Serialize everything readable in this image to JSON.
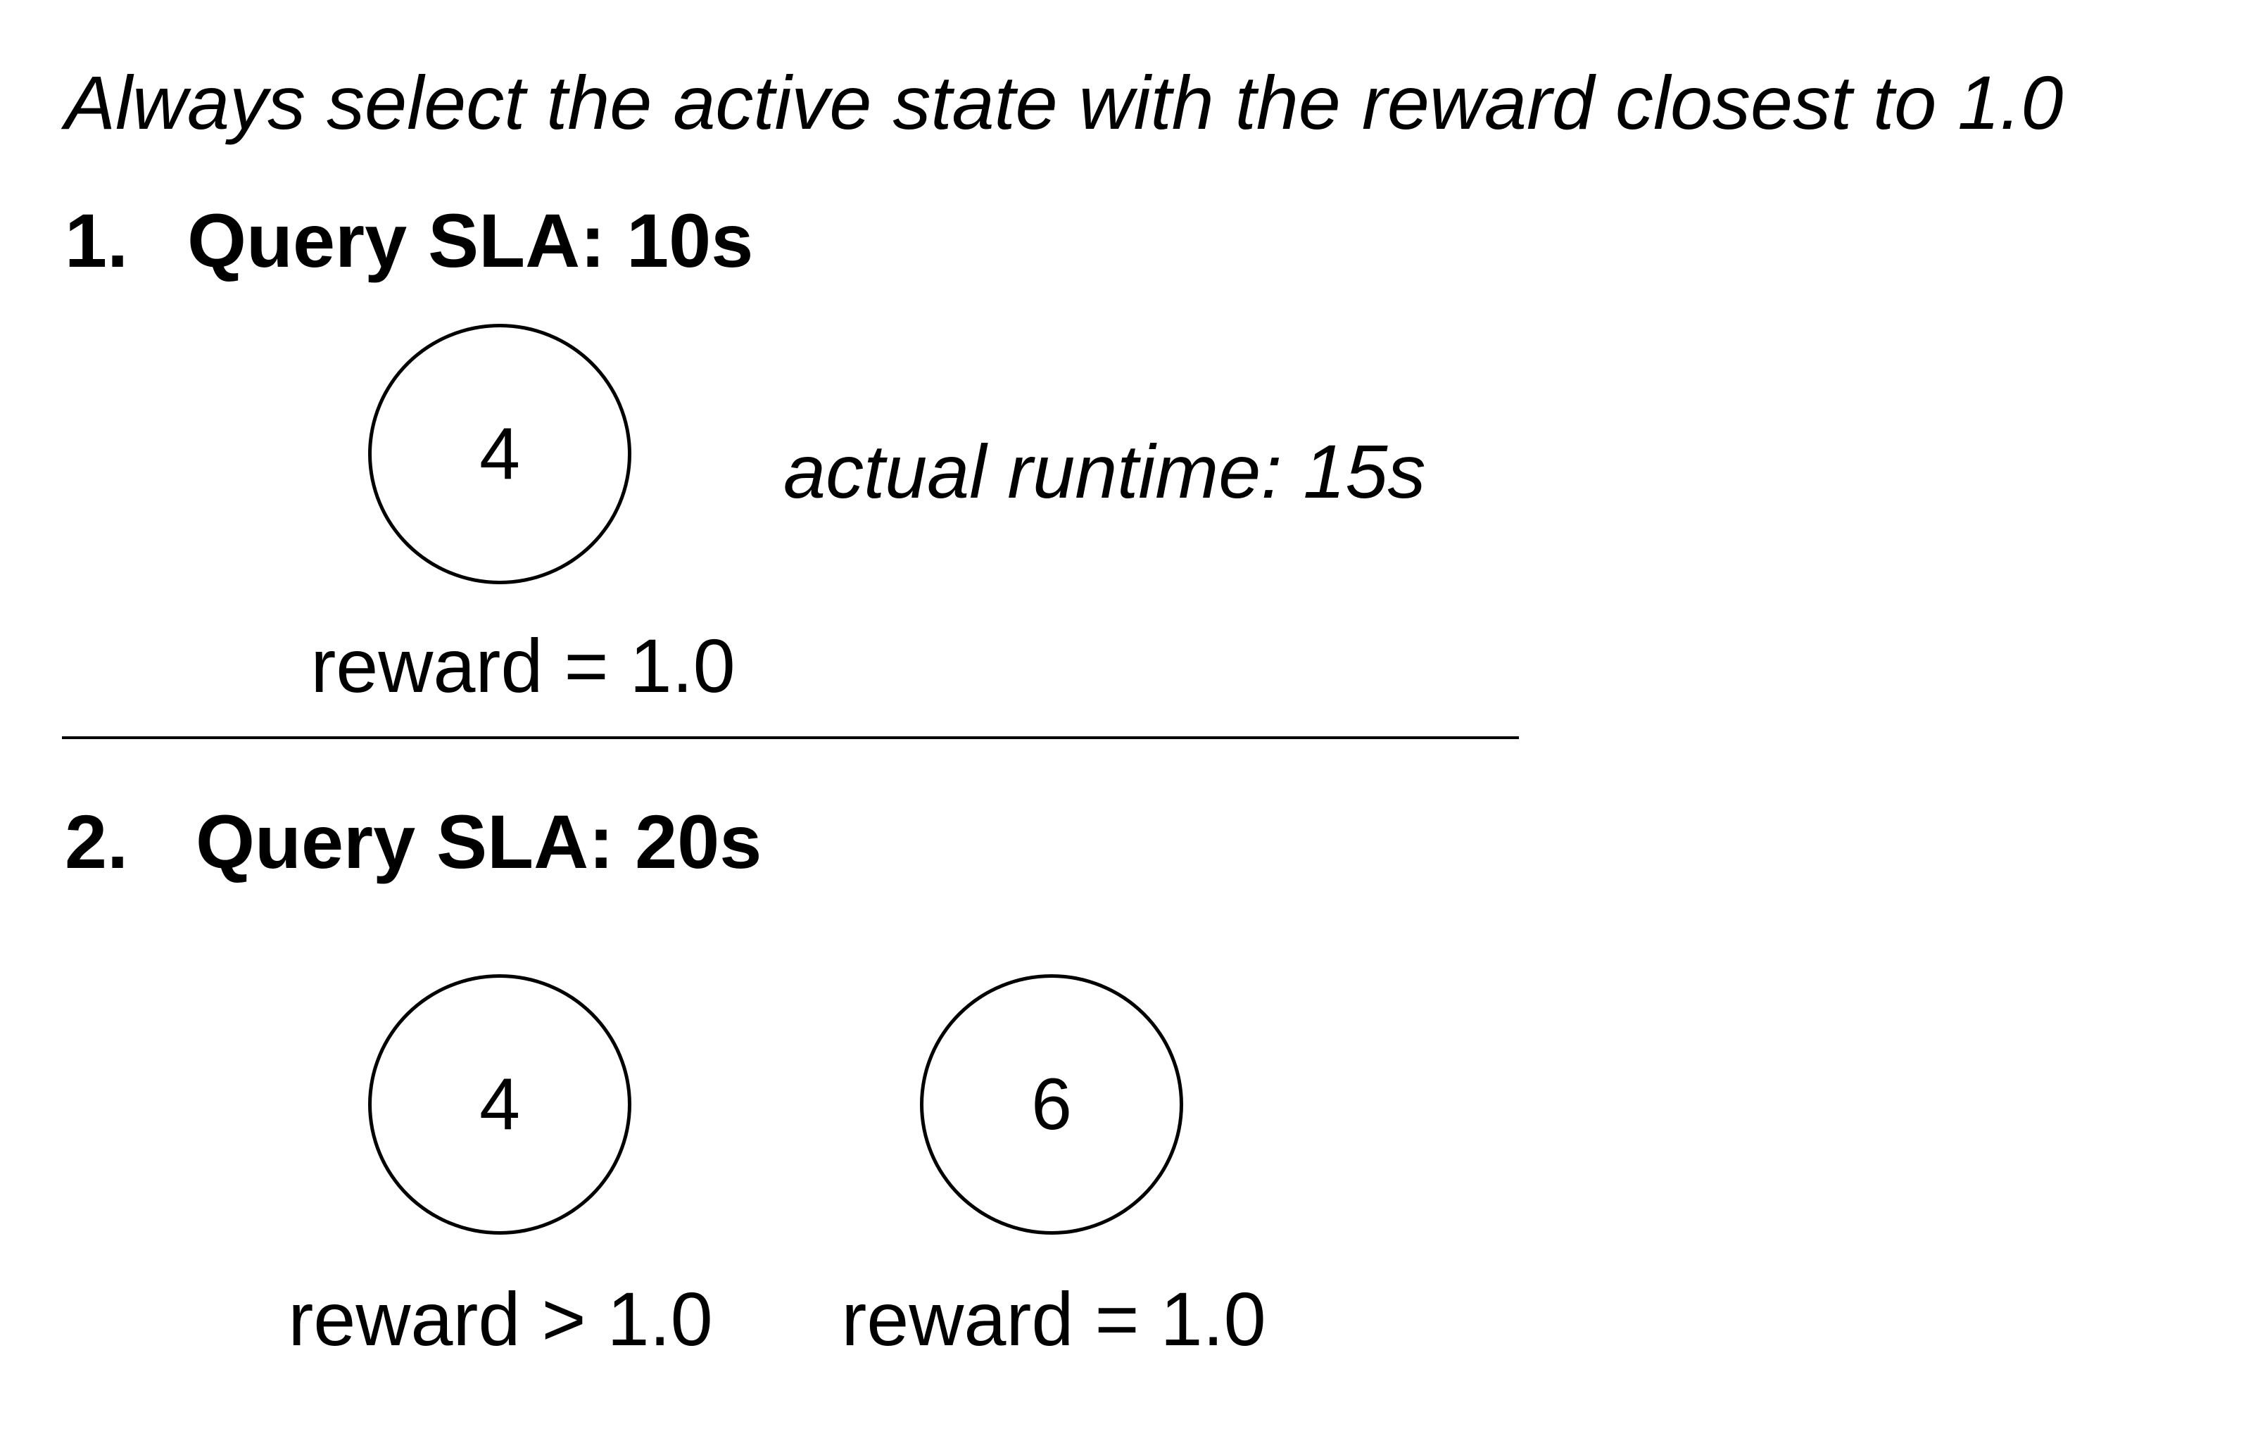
{
  "header": {
    "rule": "Always select the active state with the reward closest to 1.0"
  },
  "scenarios": [
    {
      "number": "1.",
      "title": "Query SLA: 10s",
      "states": [
        {
          "label": "4",
          "reward": "reward = 1.0"
        }
      ],
      "note": "actual runtime: 15s"
    },
    {
      "number": "2.",
      "title": "Query SLA: 20s",
      "states": [
        {
          "label": "4",
          "reward": "reward > 1.0"
        },
        {
          "label": "6",
          "reward": "reward = 1.0"
        }
      ]
    }
  ]
}
